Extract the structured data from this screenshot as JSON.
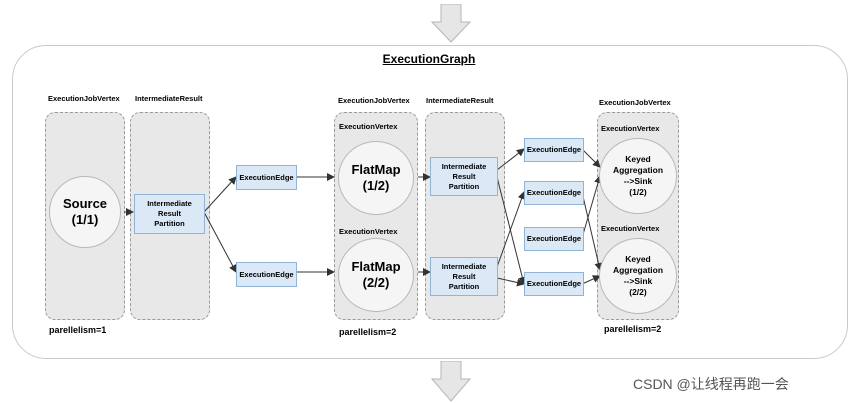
{
  "title": "ExecutionGraph",
  "columns": {
    "source_header": "ExecutionJobVertex",
    "result1_header": "IntermediateResult",
    "flatmap_header": "ExecutionJobVertex",
    "result2_header": "IntermediateResult",
    "sink_header": "ExecutionJobVertex"
  },
  "vertex_label": "ExecutionVertex",
  "nodes": {
    "source": "Source\n(1/1)",
    "flatmap1": "FlatMap\n(1/2)",
    "flatmap2": "FlatMap\n(2/2)",
    "sink1": "Keyed\nAggregation\n-->Sink\n(1/2)",
    "sink2": "Keyed\nAggregation\n-->Sink\n(2/2)"
  },
  "partitions": {
    "p1": "Intermediate\nResult\nPartition",
    "p2": "Intermediate\nResult\nPartition",
    "p3": "Intermediate\nResult\nPartition"
  },
  "edge_label": "ExecutionEdge",
  "parallelism": {
    "source": "parellelism=1",
    "flatmap": "parellelism=2",
    "sink": "parellelism=2"
  },
  "watermark": "CSDN @让线程再跑一会",
  "colors": {
    "partition_fill": "#dbe9f6",
    "column_fill": "#e8e8e8",
    "arrow": "#333333"
  }
}
